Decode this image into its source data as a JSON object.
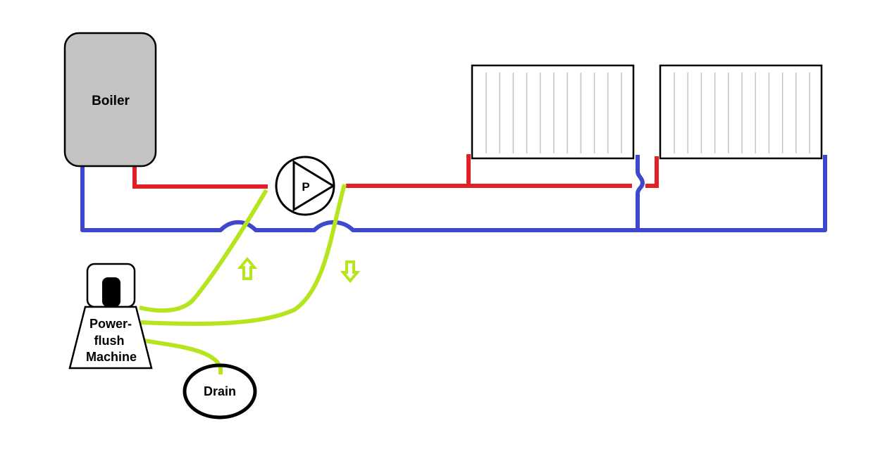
{
  "labels": {
    "boiler": "Boiler",
    "pump": "P",
    "machine_line1": "Power-",
    "machine_line2": "flush",
    "machine_line3": "Machine",
    "drain": "Drain"
  },
  "colors": {
    "flow_pipe": "#e21f26",
    "return_pipe": "#3f48cc",
    "flush_hose": "#b5e61d",
    "boiler_fill": "#c3c3c3",
    "radiator_fin": "#c3c3c3",
    "outline": "#000000"
  },
  "icons": {
    "arrow_up": "hollow-up-arrow",
    "arrow_down": "hollow-down-arrow"
  }
}
